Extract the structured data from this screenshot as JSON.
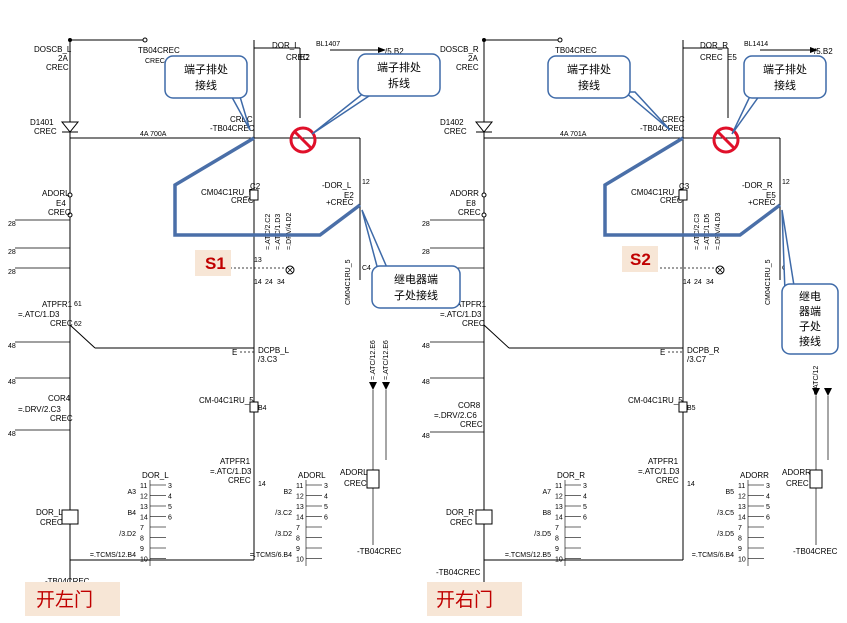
{
  "callouts": {
    "left_terminal_rewire": [
      "端子排处",
      "接线"
    ],
    "left_terminal_remove": [
      "端子排处",
      "拆线"
    ],
    "left_relay_rewire": [
      "继电器端",
      "子处接线"
    ],
    "right_terminal_rewire": [
      "端子排处",
      "接线"
    ],
    "right_terminal_remove": [
      "端子排处",
      "接线"
    ],
    "right_relay_rewire": [
      "继电",
      "器端",
      "子处",
      "接线"
    ]
  },
  "labels": {
    "s1": "S1",
    "s2": "S2",
    "open_left": "开左门",
    "open_right": "开右门"
  },
  "left": {
    "doscb": "DOSCB_L",
    "doscb_rating": "2A",
    "crec": "CREC",
    "tb04": "TB04CREC",
    "tb04_term": "-TB04CREC",
    "dor_top": "DOR_L",
    "bl_code": "BL1407",
    "e2": "E2",
    "b2_out": "/5.B2",
    "d1401": "D1401",
    "adorl": "ADORL",
    "e4": "E4",
    "cm04": "CM04C1RU_5",
    "c2": "C2",
    "dor_coil": "-DOR_L",
    "atc_c2": "=.ATC/2.C2",
    "atc_d3": "=.ATC/1.D3",
    "drv_d2": "=.DRV/4.D2",
    "atpfr1": "ATPFR1",
    "atc_d3b": "=.ATC/1.D3",
    "cor4": "COR4",
    "drv_c3": "=.DRV/2.C3",
    "dcpb": "DCPB_L",
    "dcpb_ref": "/3.C3",
    "cm04b": "CM-04C1RU_5",
    "atpfr1b": "ATPFR1",
    "atc_d3c": "=.ATC/1.D3",
    "dor_bottom": "DOR_L",
    "tb04_bottom": "-TB04CREC",
    "atc_e6": "=.ATC/12.E6",
    "atc_e6b": "=.ATC/12.E6",
    "adorl_b": "ADORL",
    "tb04_b2": "-TB04CREC",
    "dor_table_title": "DOR_L",
    "dor_table_rows": [
      [
        "11",
        "3"
      ],
      [
        "12",
        "4"
      ],
      [
        "13",
        "5"
      ],
      [
        "14",
        "6"
      ],
      [
        "7",
        ""
      ],
      [
        "8",
        ""
      ],
      [
        "9",
        ""
      ],
      [
        "10",
        ""
      ]
    ],
    "dor_table_refs": [
      "A3",
      "B4",
      "/3.D2",
      "=.TCMS/12.B4"
    ],
    "adorl_table_title": "ADORL",
    "adorl_table_rows": [
      [
        "11",
        "3"
      ],
      [
        "12",
        "4"
      ],
      [
        "13",
        "5"
      ],
      [
        "14",
        "6"
      ],
      [
        "7",
        ""
      ],
      [
        "8",
        ""
      ],
      [
        "9",
        ""
      ],
      [
        "10",
        ""
      ]
    ],
    "adorl_table_refs": [
      "B2",
      "/3.C2",
      "/3.D2",
      "=.TCMS/6.B4"
    ]
  },
  "right": {
    "doscb": "DOSCB_R",
    "doscb_rating": "2A",
    "crec": "CREC",
    "tb04": "TB04CREC",
    "tb04_term": "-TB04CREC",
    "dor_top": "DOR_R",
    "bl_code": "BL1414",
    "e5": "E5",
    "b2_out": "/5.B2",
    "d1402": "D1402",
    "adorr": "ADORR",
    "e8": "E8",
    "cm04": "CM04C1RU_5",
    "c3": "C3",
    "dor_coil": "-DOR_R",
    "atc_c3": "=.ATC/2.C3",
    "atc_d5": "=.ATC/1.D5",
    "drv_d3": "=.DRV/4.D3",
    "atpfr1": "ATPFR1",
    "atc_d3": "=.ATC/1.D3",
    "cor8": "COR8",
    "drv_c6": "=.DRV/2.C6",
    "dcpb": "DCPB_R",
    "dcpb_ref": "/3.C7",
    "cm04b": "CM-04C1RU_5",
    "atpfr1b": "ATPFR1",
    "atc_d3b": "=.ATC/1.D3",
    "dor_bottom": "DOR_R",
    "tb04_bottom": "-TB04CREC",
    "atc_e7": "=.ATC/12",
    "adorr_b": "ADORR",
    "tb04_b2": "-TB04CREC",
    "dor_table_title": "DOR_R",
    "dor_table_rows": [
      [
        "11",
        "3"
      ],
      [
        "12",
        "4"
      ],
      [
        "13",
        "5"
      ],
      [
        "14",
        "6"
      ],
      [
        "7",
        ""
      ],
      [
        "8",
        ""
      ],
      [
        "9",
        ""
      ],
      [
        "10",
        ""
      ]
    ],
    "dor_table_refs": [
      "A7",
      "B8",
      "/3.D5",
      "=.TCMS/12.B5"
    ],
    "adorr_table_title": "ADORR",
    "adorr_table_rows": [
      [
        "11",
        "3"
      ],
      [
        "12",
        "4"
      ],
      [
        "13",
        "5"
      ],
      [
        "14",
        "6"
      ],
      [
        "7",
        ""
      ],
      [
        "8",
        ""
      ],
      [
        "9",
        ""
      ],
      [
        "10",
        ""
      ]
    ],
    "adorr_table_refs": [
      "B5",
      "/3.C5",
      "/3.D5",
      "=.TCMS/6.B4"
    ]
  },
  "colors": {
    "accent_blue": "#4a6fa8",
    "callout_border": "#3e6aa8",
    "no_symbol": "#e0102a",
    "label_red": "#c00000",
    "label_bg": "#f7e6d6"
  }
}
